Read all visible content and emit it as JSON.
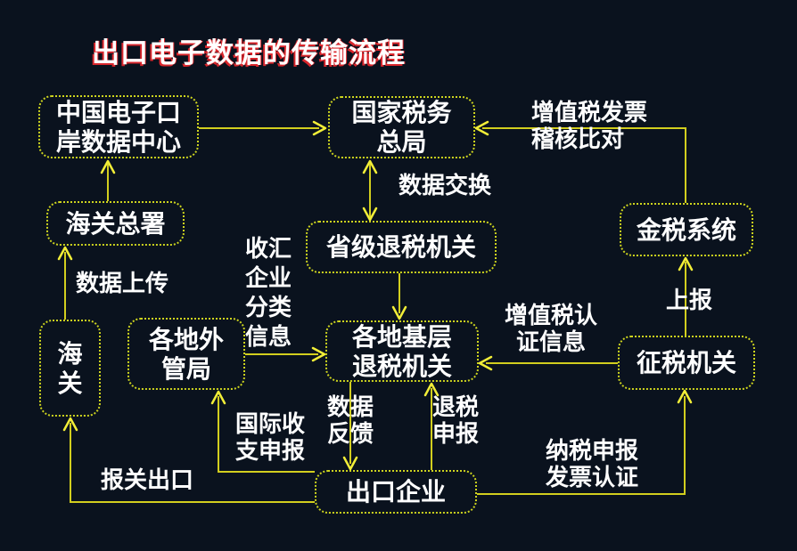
{
  "title": "出口电子数据的传输流程",
  "colors": {
    "background": "#0a121e",
    "box_border": "#cdd41e",
    "connector_line": "#d2ce1e",
    "arrowhead": "#f2ee38",
    "text": "#ffffff",
    "title_shadow": "#d9262c"
  },
  "nodes": [
    {
      "id": "china-eport-data-center",
      "label": "中国电子口\n岸数据中心"
    },
    {
      "id": "state-taxation-admin",
      "label": "国家税务\n总局"
    },
    {
      "id": "customs-general-admin",
      "label": "海关总署"
    },
    {
      "id": "provincial-refund-authority",
      "label": "省级退税机关"
    },
    {
      "id": "golden-tax-system",
      "label": "金税系统"
    },
    {
      "id": "customs",
      "label": "海\n关"
    },
    {
      "id": "local-safe-bureau",
      "label": "各地外\n管局"
    },
    {
      "id": "local-refund-authority",
      "label": "各地基层\n退税机关"
    },
    {
      "id": "tax-collection-authority",
      "label": "征税机关"
    },
    {
      "id": "export-enterprise",
      "label": "出口企业"
    }
  ],
  "edge_labels": [
    {
      "id": "vat-invoice-audit",
      "text": "增值税发票\n稽核比对"
    },
    {
      "id": "data-exchange",
      "text": "数据交换"
    },
    {
      "id": "remittance-classify",
      "text": "收汇\n企业\n分类\n信息"
    },
    {
      "id": "data-upload",
      "text": "数据上传"
    },
    {
      "id": "vat-certification",
      "text": "增值税认\n证信息"
    },
    {
      "id": "report-up",
      "text": "上报"
    },
    {
      "id": "intl-payment-decl",
      "text": "国际收\n支申报"
    },
    {
      "id": "data-feedback",
      "text": "数据\n反馈"
    },
    {
      "id": "refund-declaration",
      "text": "退税\n申报"
    },
    {
      "id": "tax-decl-invoice-cert",
      "text": "纳税申报\n发票认证"
    },
    {
      "id": "customs-export",
      "text": "报关出口"
    }
  ],
  "edges": [
    {
      "from": "china-eport-data-center",
      "to": "state-taxation-admin",
      "label": ""
    },
    {
      "from": "customs-general-admin",
      "to": "china-eport-data-center",
      "label": ""
    },
    {
      "from": "state-taxation-admin",
      "to": "provincial-refund-authority",
      "label": "数据交换",
      "bidirectional": true
    },
    {
      "from": "provincial-refund-authority",
      "to": "local-refund-authority",
      "label": ""
    },
    {
      "from": "customs",
      "to": "customs-general-admin",
      "label": "数据上传"
    },
    {
      "from": "local-safe-bureau",
      "to": "local-refund-authority",
      "label": "收汇企业分类信息"
    },
    {
      "from": "tax-collection-authority",
      "to": "local-refund-authority",
      "label": "增值税认证信息"
    },
    {
      "from": "tax-collection-authority",
      "to": "golden-tax-system",
      "label": "上报"
    },
    {
      "from": "golden-tax-system",
      "to": "state-taxation-admin",
      "label": "增值税发票稽核比对"
    },
    {
      "from": "local-refund-authority",
      "to": "export-enterprise",
      "label": "数据反馈"
    },
    {
      "from": "export-enterprise",
      "to": "local-refund-authority",
      "label": "退税申报"
    },
    {
      "from": "export-enterprise",
      "to": "local-safe-bureau",
      "label": "国际收支申报"
    },
    {
      "from": "export-enterprise",
      "to": "customs",
      "label": "报关出口"
    },
    {
      "from": "export-enterprise",
      "to": "tax-collection-authority",
      "label": "纳税申报发票认证"
    }
  ]
}
